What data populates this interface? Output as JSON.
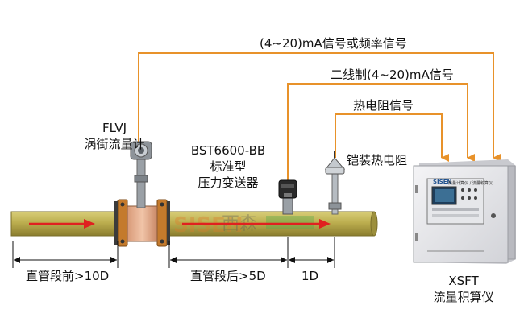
{
  "signals": {
    "top": "(4~20)mA信号或频率信号",
    "middle": "二线制(4~20)mA信号",
    "bottom": "热电阻信号"
  },
  "devices": {
    "flowmeter": {
      "line1": "FLVJ",
      "line2": "涡街流量计"
    },
    "transmitter": {
      "line1": "BST6600-BB",
      "line2": "标准型",
      "line3": "压力变送器"
    },
    "rtd": {
      "label": "铠装热电阻"
    },
    "computer": {
      "line1": "XSFT",
      "line2": "流量积算仪",
      "brand": "SISEN",
      "panel_title": "热量计算仪 / 流量积算仪"
    }
  },
  "dimensions": {
    "upstream": "直管段前>10D",
    "downstream": "直管段后>5D",
    "sensor_gap": "1D"
  },
  "colors": {
    "signal_line": "#e8922a",
    "pipe": "#b7a84a",
    "flow_arrow": "#e02020",
    "watermark": "SISEN 西森"
  }
}
